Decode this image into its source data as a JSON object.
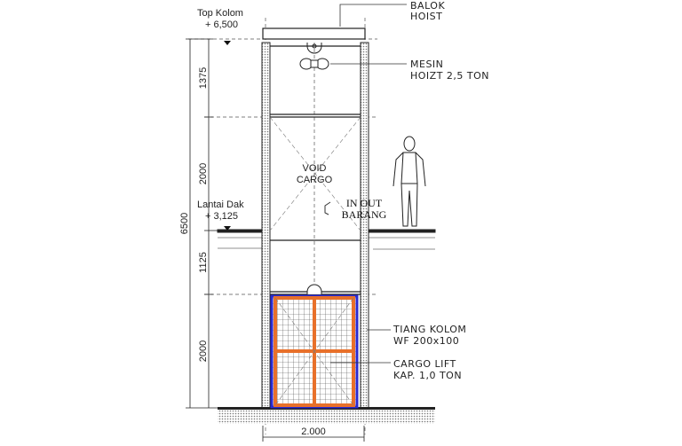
{
  "labels": {
    "top_kolom": "Top Kolom",
    "top_kolom_level": "+ 6,500",
    "lantai_dak": "Lantai Dak",
    "lantai_dak_level": "+ 3,125",
    "balok_hoist_1": "BALOK",
    "balok_hoist_2": "HOIST",
    "mesin_1": "MESIN",
    "mesin_2": "HOIZT 2,5 TON",
    "void_1": "VOID",
    "void_2": "CARGO",
    "inout_1": "IN OUT",
    "inout_2": "BARANG",
    "tiang_1": "TIANG KOLOM",
    "tiang_2": "WF 200x100",
    "cargo_1": "CARGO LIFT",
    "cargo_2": "KAP. 1,0 TON"
  },
  "dimensions": {
    "total": "6500",
    "d1": "1375",
    "d2": "2000",
    "d3": "1125",
    "d4": "2000",
    "width": "2.000"
  },
  "colors": {
    "line": "#222222",
    "lift_frame": "#e8702a",
    "lift_edge": "#2a2ad0"
  }
}
